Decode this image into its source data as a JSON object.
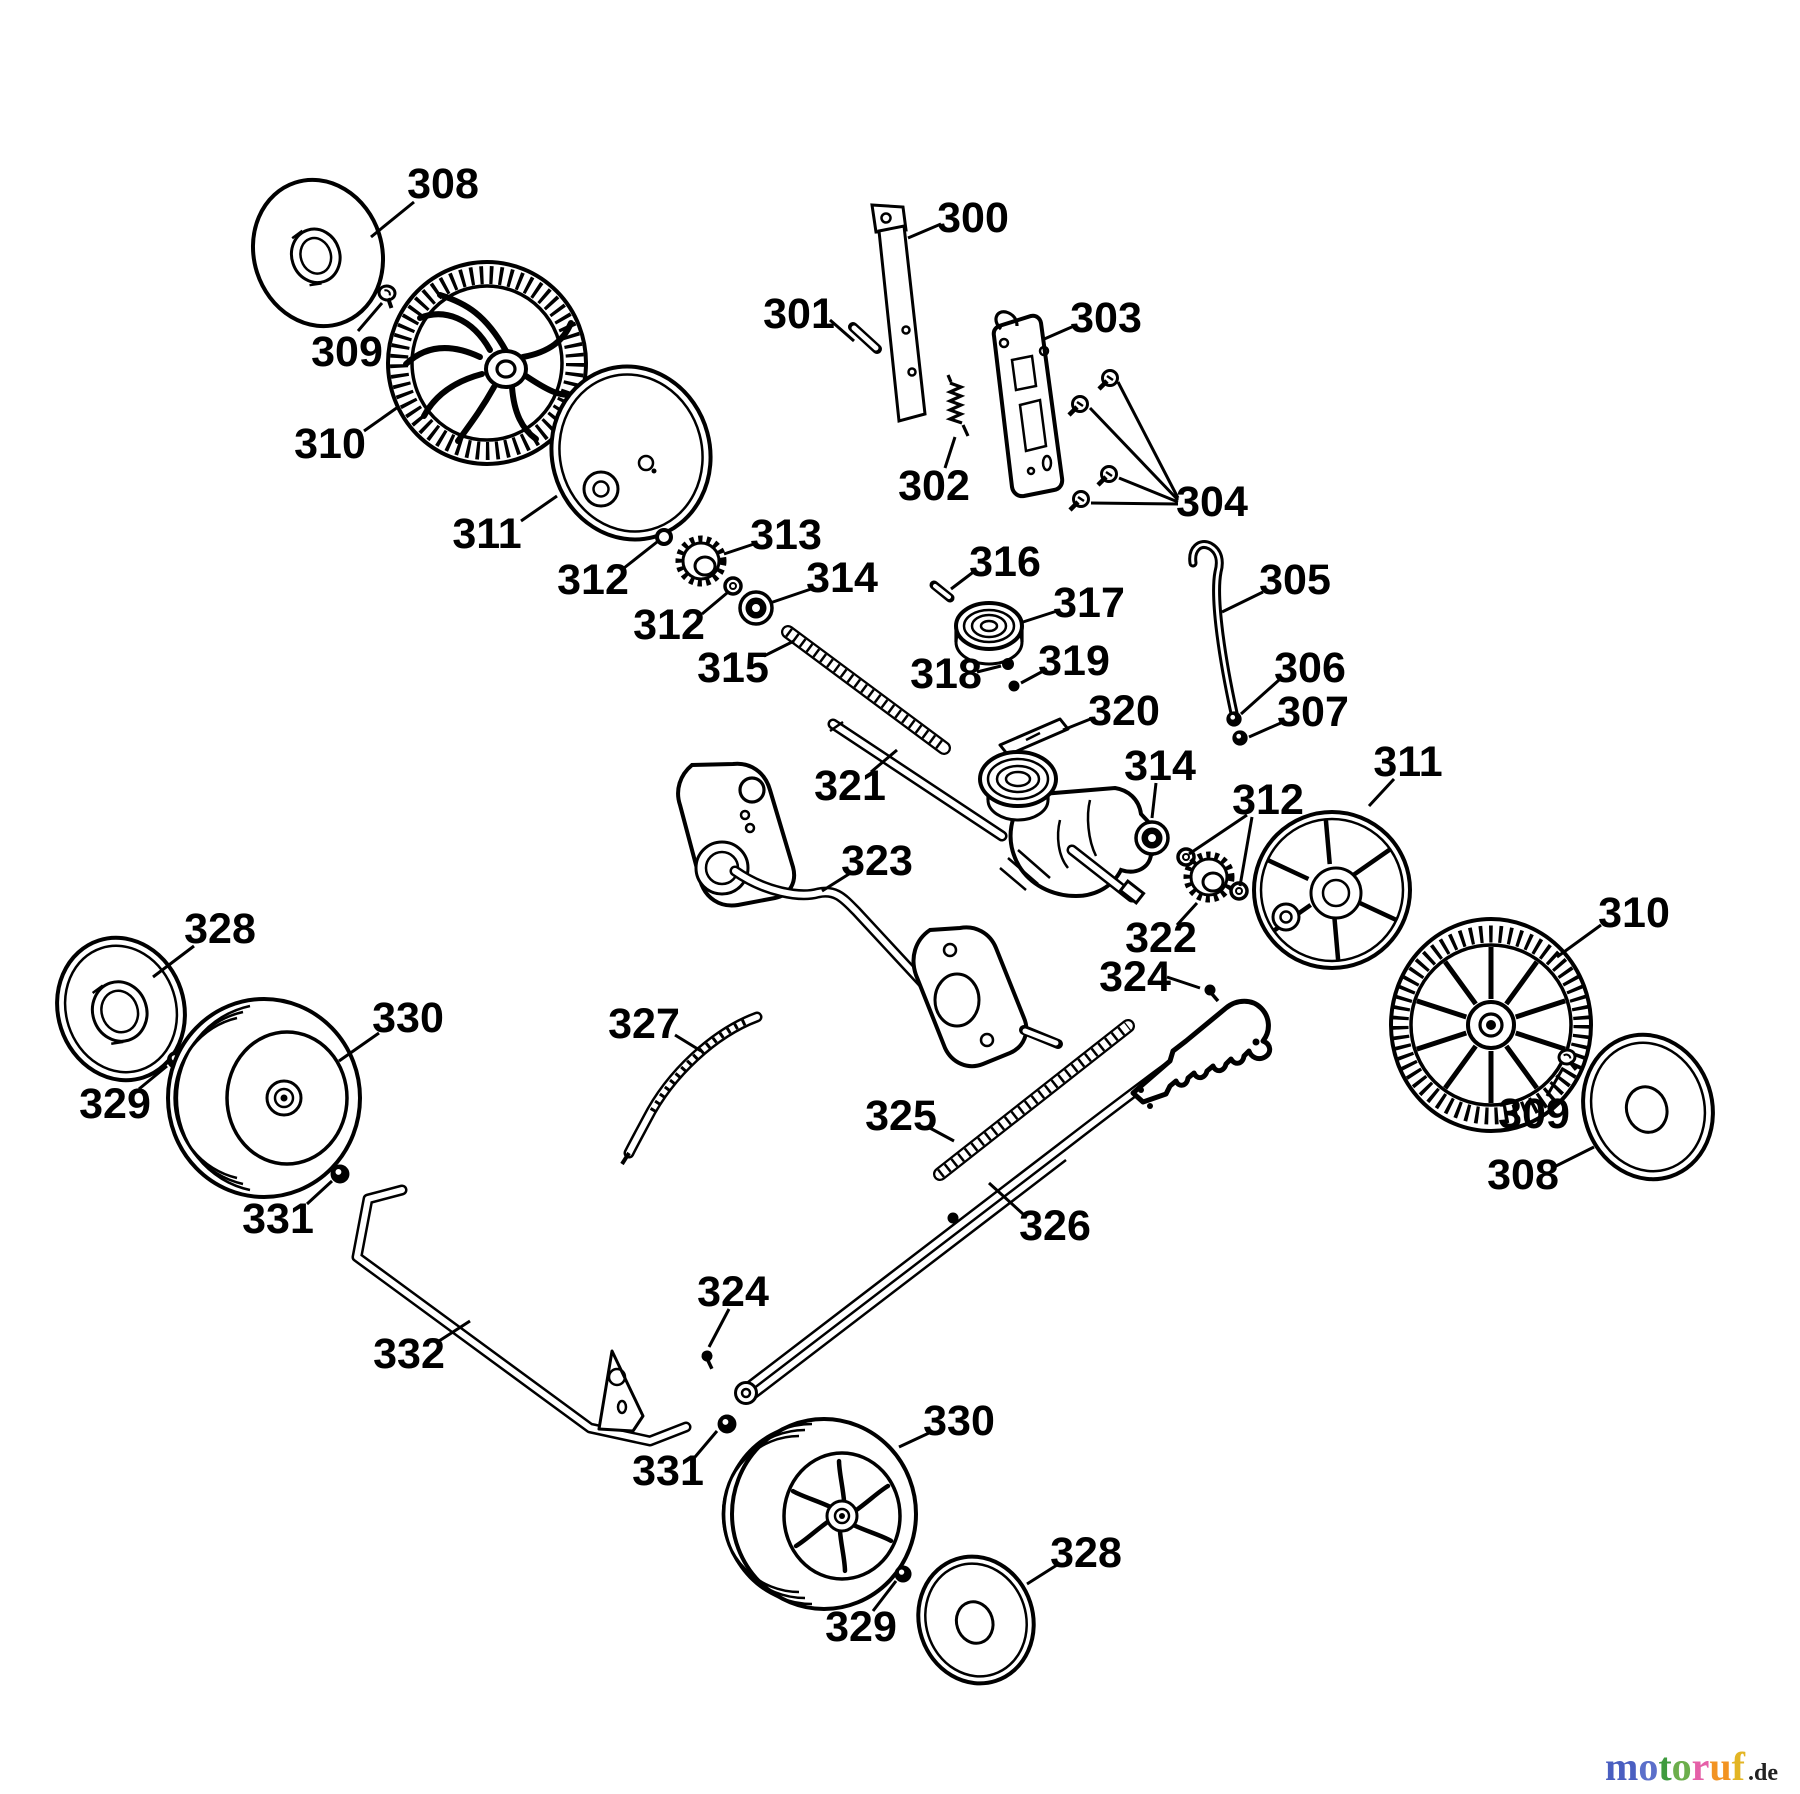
{
  "page": {
    "background": "#ffffff",
    "ink": "#000000"
  },
  "diagram": {
    "type": "exploded-parts-diagram",
    "callouts": [
      {
        "label": "300",
        "part": "handle-bracket-strip"
      },
      {
        "label": "301",
        "part": "clevis-pin"
      },
      {
        "label": "302",
        "part": "spring"
      },
      {
        "label": "303",
        "part": "adjuster-plate"
      },
      {
        "label": "304",
        "part": "screw-set"
      },
      {
        "label": "305",
        "part": "hook-rod"
      },
      {
        "label": "306",
        "part": "nut"
      },
      {
        "label": "307",
        "part": "nut"
      },
      {
        "label": "308",
        "part": "hub-cap"
      },
      {
        "label": "308",
        "part": "hub-cap"
      },
      {
        "label": "309",
        "part": "screw"
      },
      {
        "label": "309",
        "part": "screw"
      },
      {
        "label": "310",
        "part": "drive-wheel"
      },
      {
        "label": "310",
        "part": "drive-wheel"
      },
      {
        "label": "311",
        "part": "wheel-disc"
      },
      {
        "label": "311",
        "part": "wheel-disc"
      },
      {
        "label": "312",
        "part": "washer"
      },
      {
        "label": "312",
        "part": "washer"
      },
      {
        "label": "312",
        "part": "washer-pair"
      },
      {
        "label": "313",
        "part": "pinion-gear"
      },
      {
        "label": "314",
        "part": "bearing"
      },
      {
        "label": "314",
        "part": "bearing"
      },
      {
        "label": "315",
        "part": "worm-shaft"
      },
      {
        "label": "316",
        "part": "pin"
      },
      {
        "label": "317",
        "part": "pulley"
      },
      {
        "label": "318",
        "part": "ball"
      },
      {
        "label": "319",
        "part": "ball"
      },
      {
        "label": "320",
        "part": "key"
      },
      {
        "label": "321",
        "part": "axle-shaft"
      },
      {
        "label": "322",
        "part": "pinion-gear"
      },
      {
        "label": "323",
        "part": "link-rod"
      },
      {
        "label": "324",
        "part": "screw"
      },
      {
        "label": "324",
        "part": "screw"
      },
      {
        "label": "325",
        "part": "threaded-rod"
      },
      {
        "label": "326",
        "part": "lower-handle-tube"
      },
      {
        "label": "327",
        "part": "toothed-rack"
      },
      {
        "label": "328",
        "part": "hub-cap"
      },
      {
        "label": "328",
        "part": "hub-cap"
      },
      {
        "label": "329",
        "part": "nut"
      },
      {
        "label": "329",
        "part": "nut"
      },
      {
        "label": "330",
        "part": "wheel"
      },
      {
        "label": "330",
        "part": "wheel"
      },
      {
        "label": "331",
        "part": "nut"
      },
      {
        "label": "331",
        "part": "nut"
      },
      {
        "label": "332",
        "part": "stabilizer-bar"
      }
    ]
  },
  "logo": {
    "letters": [
      {
        "ch": "m",
        "color": "#4a5fc1"
      },
      {
        "ch": "o",
        "color": "#5b6fca"
      },
      {
        "ch": "t",
        "color": "#3f9b3f"
      },
      {
        "ch": "o",
        "color": "#6cae4c"
      },
      {
        "ch": "r",
        "color": "#e560a8"
      },
      {
        "ch": "u",
        "color": "#f29322"
      },
      {
        "ch": "f",
        "color": "#e3b524"
      }
    ],
    "suffix": ".de",
    "suffix_color": "#222222"
  }
}
